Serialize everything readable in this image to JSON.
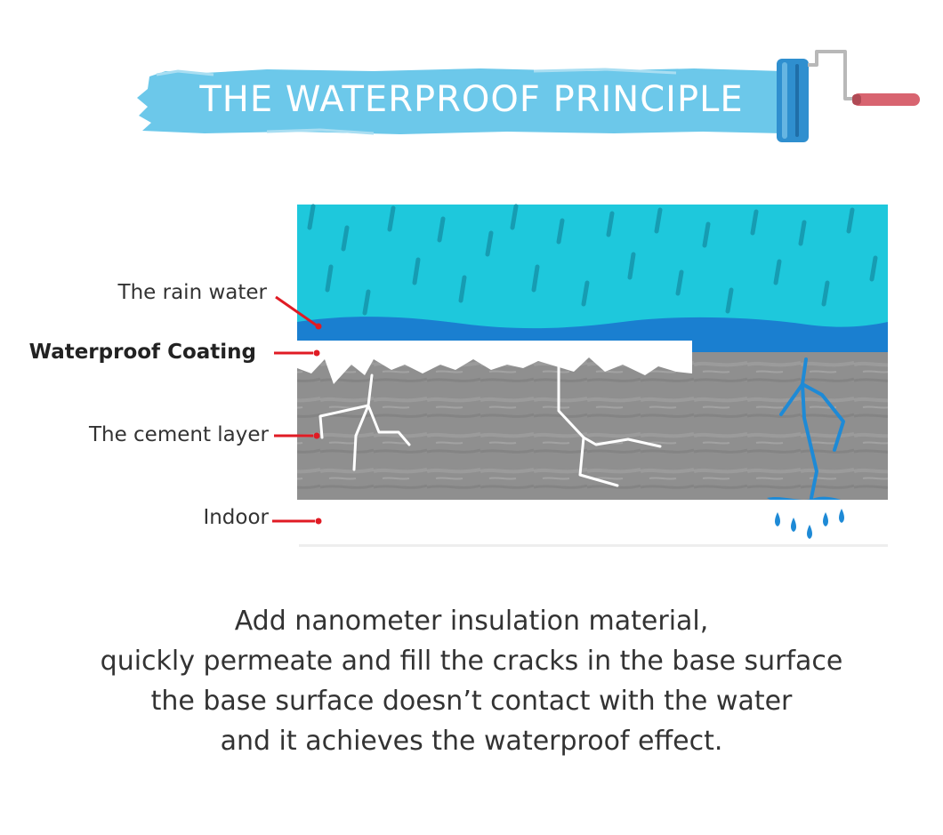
{
  "title": "THE WATERPROOF PRINCIPLE",
  "labels": {
    "rain_water": "The rain water",
    "waterproof_coating": "Waterproof Coating",
    "cement_layer": "The cement layer",
    "indoor": "Indoor"
  },
  "caption": {
    "line1": "Add nanometer insulation material,",
    "line2": "quickly permeate and fill the cracks in the base surface",
    "line3": "the base surface doesn’t contact with the water",
    "line4": "and it achieves the waterproof effect."
  },
  "colors": {
    "banner": "#6cc8ea",
    "rain_sky": "#1ec8dc",
    "water_wave": "#1a7fd0",
    "coating": "#ffffff",
    "cement": "#8f8f8f",
    "pointer": "#e01b24",
    "leak": "#1e8ad6",
    "roller_handle": "#d86470"
  },
  "icons": {
    "roller": "paint-roller-icon",
    "rain": "rain-drops-icon",
    "crack": "crack-icon",
    "leak": "water-leak-icon"
  }
}
